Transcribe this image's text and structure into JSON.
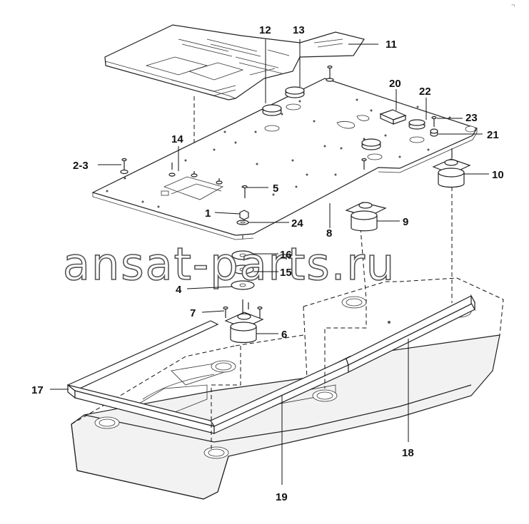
{
  "watermark": "ansat-parts.ru",
  "corner_mark": "¬",
  "callouts": {
    "c1": "1",
    "c2_3": "2-3",
    "c4": "4",
    "c5": "5",
    "c6": "6",
    "c7": "7",
    "c8": "8",
    "c9": "9",
    "c10": "10",
    "c11": "11",
    "c12": "12",
    "c13": "13",
    "c14": "14",
    "c15": "15",
    "c16": "16",
    "c17": "17",
    "c18": "18",
    "c19": "19",
    "c20": "20",
    "c21": "21",
    "c22": "22",
    "c23": "23",
    "c24": "24"
  }
}
